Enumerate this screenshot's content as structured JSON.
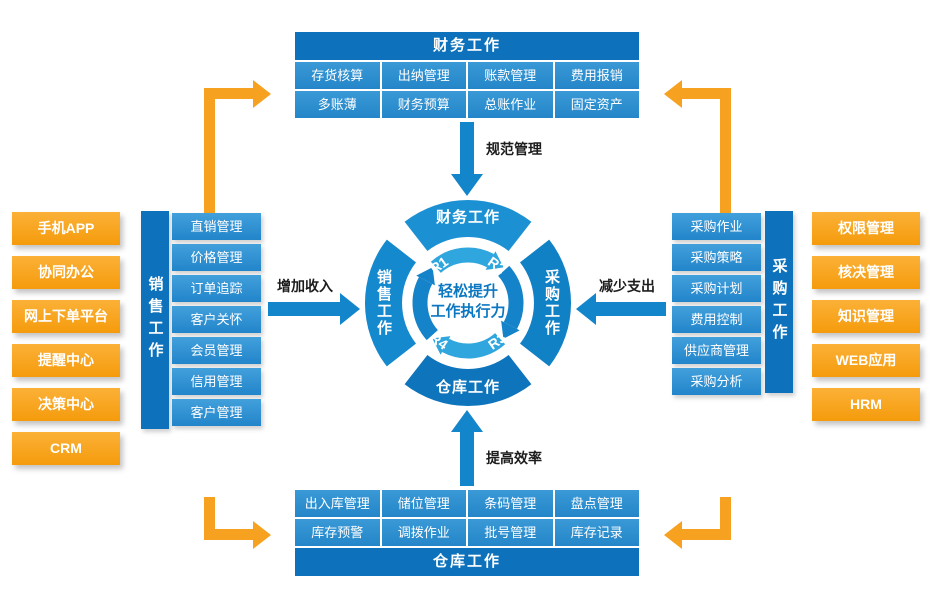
{
  "colors": {
    "dark_blue": "#0d72bb",
    "mid_blue": "#2e8fd0",
    "arrow_blue": "#1385cb",
    "orange": "#f6a11f"
  },
  "finance_panel": {
    "title": "财务工作",
    "rows": [
      [
        "存货核算",
        "出纳管理",
        "账款管理",
        "费用报销"
      ],
      [
        "多账薄",
        "财务预算",
        "总账作业",
        "固定资产"
      ]
    ]
  },
  "warehouse_panel": {
    "title": "仓库工作",
    "rows": [
      [
        "出入库管理",
        "储位管理",
        "条码管理",
        "盘点管理"
      ],
      [
        "库存预警",
        "调拨作业",
        "批号管理",
        "库存记录"
      ]
    ]
  },
  "left_orange_items": [
    "手机APP",
    "协同办公",
    "网上下单平台",
    "提醒中心",
    "决策中心",
    "CRM"
  ],
  "right_orange_items": [
    "权限管理",
    "核决管理",
    "知识管理",
    "WEB应用",
    "HRM"
  ],
  "sales_group": {
    "label": "销售工作",
    "items": [
      "直销管理",
      "价格管理",
      "订单追踪",
      "客户关怀",
      "会员管理",
      "信用管理",
      "客户管理"
    ]
  },
  "purchase_group": {
    "label": "采购工作",
    "items": [
      "采购作业",
      "采购策略",
      "采购计划",
      "费用控制",
      "供应商管理",
      "采购分析"
    ]
  },
  "flow_labels": {
    "top": "规范管理",
    "bottom": "提高效率",
    "left": "增加收入",
    "right": "减少支出"
  },
  "ring": {
    "top": "财务工作",
    "bottom": "仓库工作",
    "left": "销售工作",
    "right": "采购工作",
    "r1": "R1",
    "r2": "R2",
    "r3": "R3",
    "r4": "R4",
    "center_line1": "轻松提升",
    "center_line2": "工作执行力"
  }
}
